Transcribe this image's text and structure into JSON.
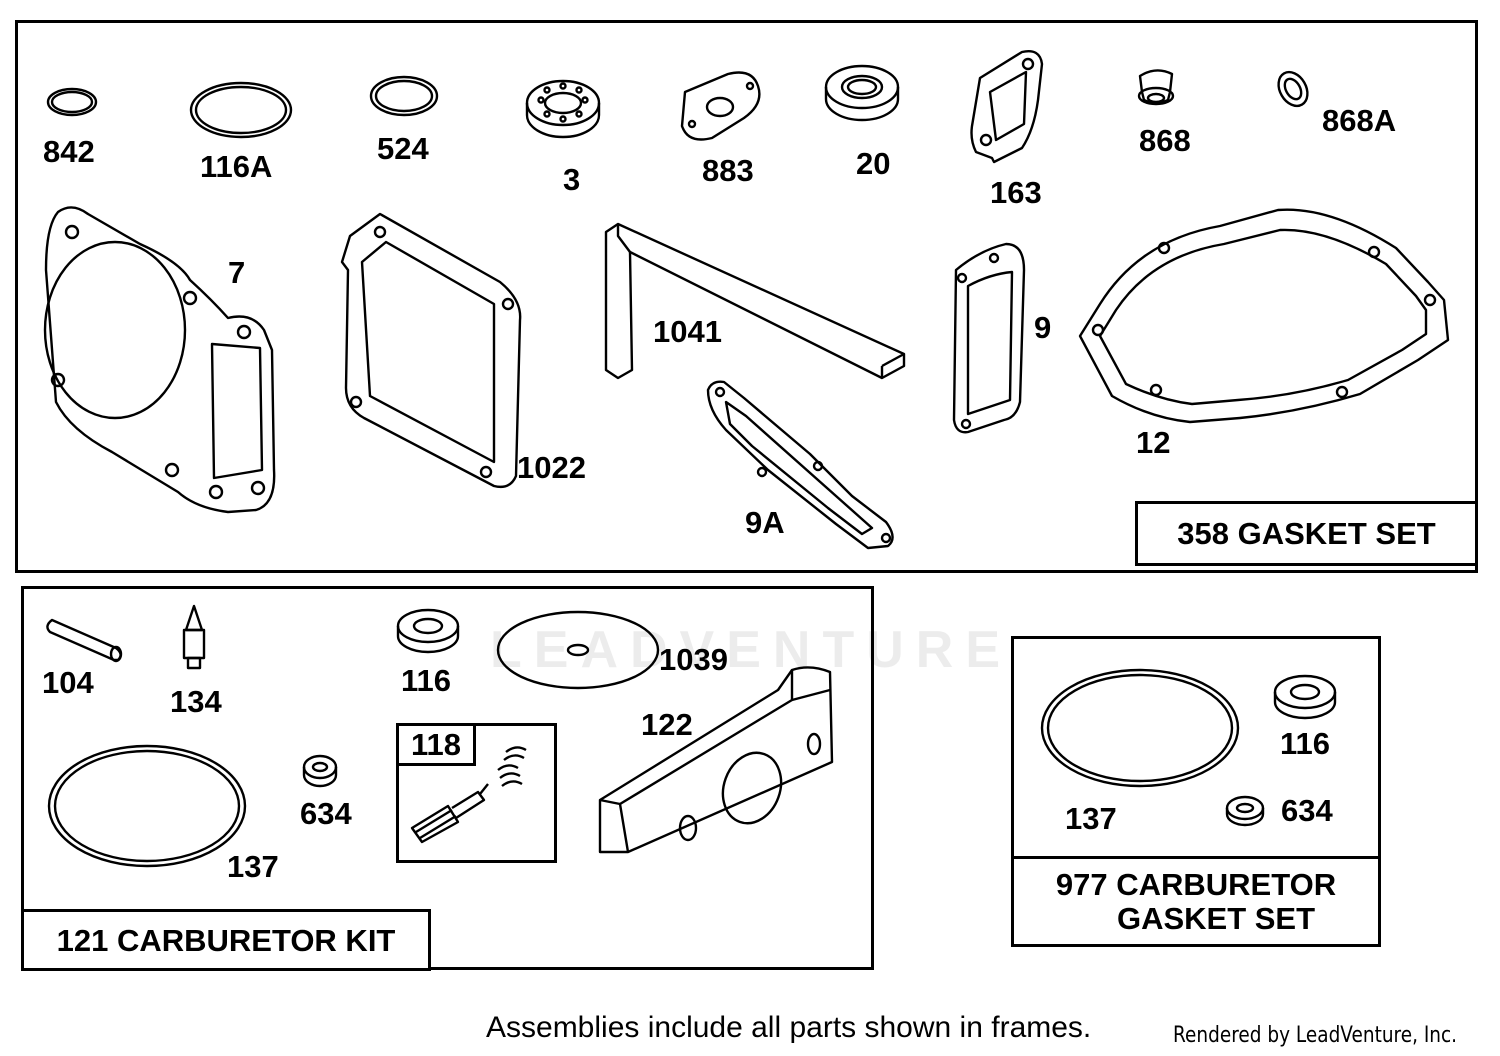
{
  "gasket_set": {
    "title": "358 GASKET SET",
    "labels": {
      "p842": "842",
      "p116a": "116A",
      "p524": "524",
      "p3": "3",
      "p883": "883",
      "p20": "20",
      "p163": "163",
      "p868": "868",
      "p868a": "868A",
      "p7": "7",
      "p1022": "1022",
      "p1041": "1041",
      "p9": "9",
      "p9a": "9A",
      "p12": "12"
    }
  },
  "carburetor_kit": {
    "title": "121 CARBURETOR KIT",
    "labels": {
      "p104": "104",
      "p134": "134",
      "p116": "116",
      "p1039": "1039",
      "p122": "122",
      "p137": "137",
      "p634": "634",
      "p118": "118"
    }
  },
  "carburetor_gasket_set": {
    "title_line1": "977 CARBURETOR",
    "title_line2": "GASKET SET",
    "labels": {
      "p116": "116",
      "p634": "634",
      "p137": "137"
    }
  },
  "footer": {
    "note": "Assemblies include all parts shown in frames.",
    "credit": "Rendered by LeadVenture, Inc."
  },
  "watermark": {
    "text": "LEADVENTURE"
  }
}
